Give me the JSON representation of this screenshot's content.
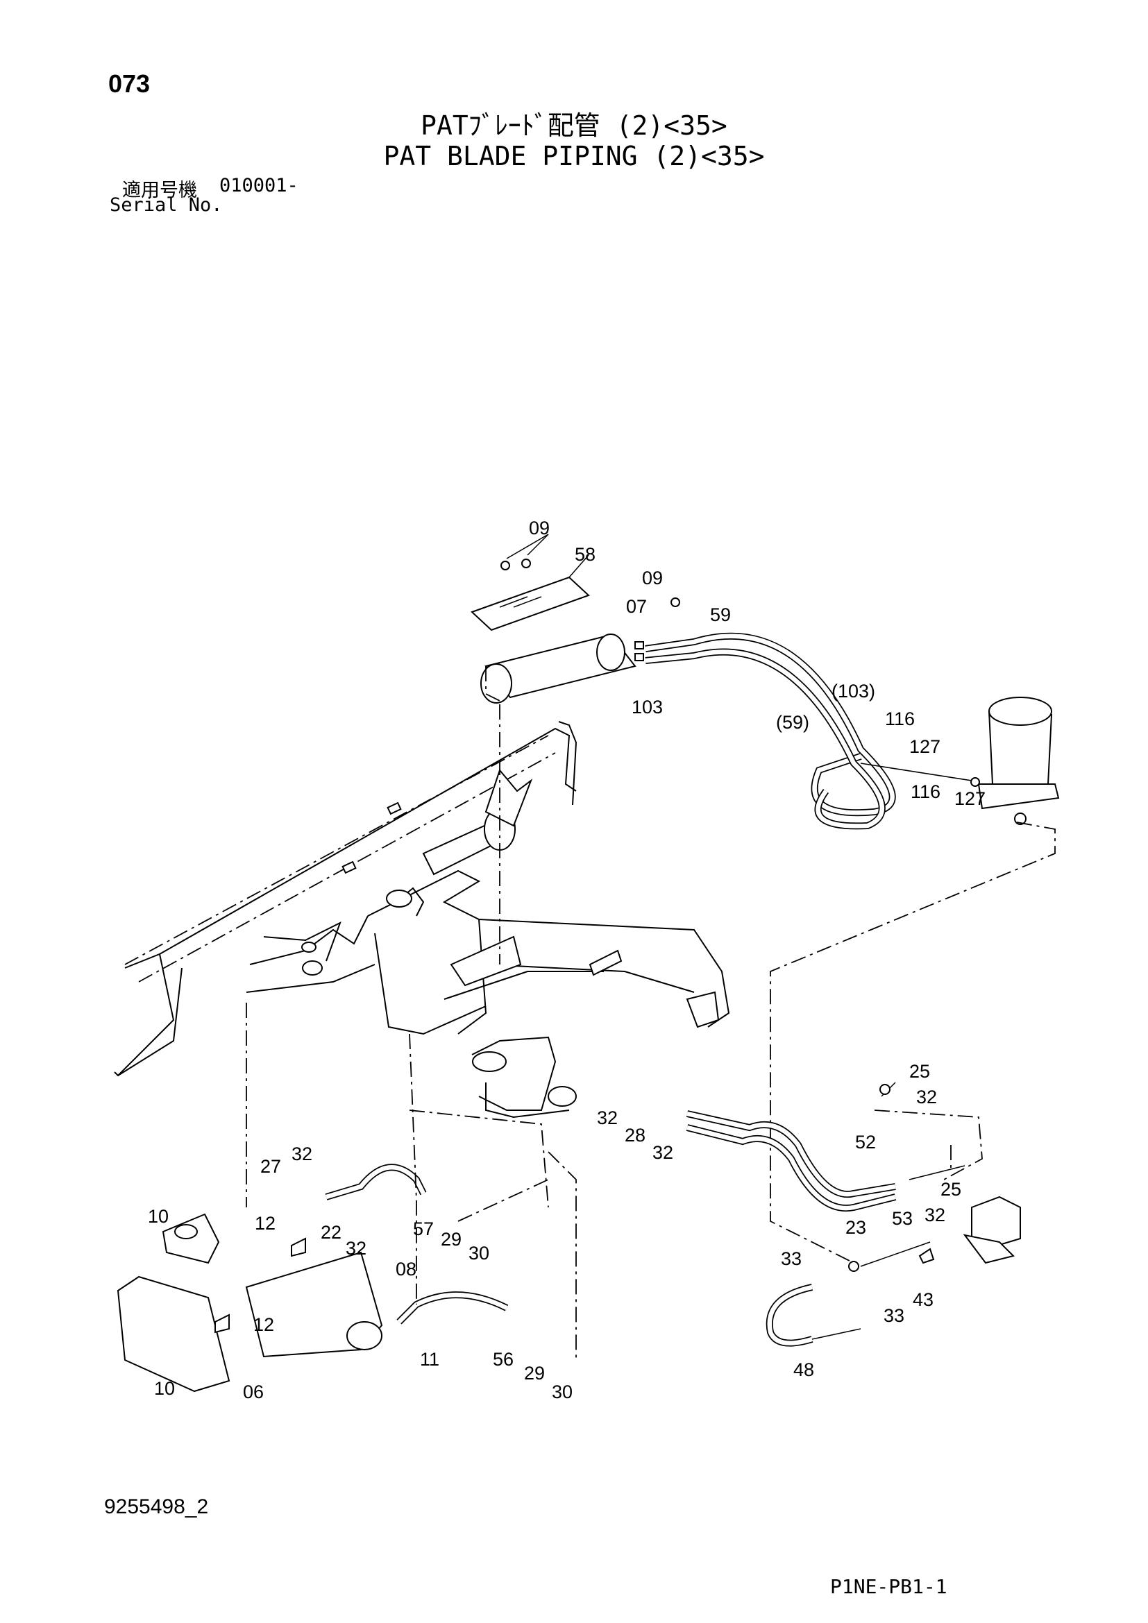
{
  "header": {
    "page_number": "073",
    "title_jp": "PATﾌﾞﾚｰﾄﾞ配管 (2)<35>",
    "title_en": "PAT BLADE PIPING (2)<35>",
    "serial_label_jp": "適用号機",
    "serial_value": "010001-",
    "serial_label_en": "Serial No."
  },
  "callouts": [
    {
      "id": "c1",
      "text": "09"
    },
    {
      "id": "c2",
      "text": "58"
    },
    {
      "id": "c3",
      "text": "09"
    },
    {
      "id": "c4",
      "text": "07"
    },
    {
      "id": "c5",
      "text": "59"
    },
    {
      "id": "c6",
      "text": "103"
    },
    {
      "id": "c7",
      "text": "(103)"
    },
    {
      "id": "c8",
      "text": "(59)"
    },
    {
      "id": "c9",
      "text": "116"
    },
    {
      "id": "c10",
      "text": "127"
    },
    {
      "id": "c11",
      "text": "116"
    },
    {
      "id": "c12",
      "text": "127"
    },
    {
      "id": "c13",
      "text": "25"
    },
    {
      "id": "c14",
      "text": "32"
    },
    {
      "id": "c15",
      "text": "32"
    },
    {
      "id": "c16",
      "text": "28"
    },
    {
      "id": "c17",
      "text": "32"
    },
    {
      "id": "c18",
      "text": "52"
    },
    {
      "id": "c19",
      "text": "25"
    },
    {
      "id": "c20",
      "text": "53"
    },
    {
      "id": "c21",
      "text": "32"
    },
    {
      "id": "c22",
      "text": "27"
    },
    {
      "id": "c23",
      "text": "32"
    },
    {
      "id": "c24",
      "text": "57"
    },
    {
      "id": "c25",
      "text": "29"
    },
    {
      "id": "c26",
      "text": "30"
    },
    {
      "id": "c27",
      "text": "10"
    },
    {
      "id": "c28",
      "text": "12"
    },
    {
      "id": "c29",
      "text": "22"
    },
    {
      "id": "c30",
      "text": "32"
    },
    {
      "id": "c31",
      "text": "08"
    },
    {
      "id": "c32",
      "text": "23"
    },
    {
      "id": "c33",
      "text": "33"
    },
    {
      "id": "c34",
      "text": "12"
    },
    {
      "id": "c35",
      "text": "11"
    },
    {
      "id": "c36",
      "text": "56"
    },
    {
      "id": "c37",
      "text": "29"
    },
    {
      "id": "c38",
      "text": "30"
    },
    {
      "id": "c39",
      "text": "33"
    },
    {
      "id": "c40",
      "text": "43"
    },
    {
      "id": "c41",
      "text": "10"
    },
    {
      "id": "c42",
      "text": "06"
    },
    {
      "id": "c43",
      "text": "48"
    }
  ],
  "footer": {
    "document_number": "9255498_2",
    "page_code": "P1NE-PB1-1"
  }
}
